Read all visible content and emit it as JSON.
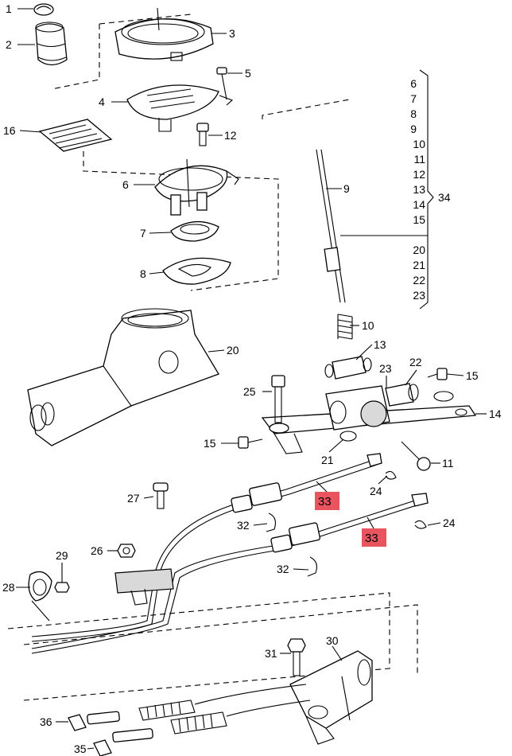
{
  "diagram": {
    "callouts": [
      "1",
      "2",
      "3",
      "4",
      "5",
      "16",
      "12",
      "6",
      "7",
      "8",
      "9",
      "10",
      "13",
      "20",
      "23",
      "22",
      "15",
      "25",
      "14",
      "15",
      "21",
      "11",
      "24",
      "33",
      "27",
      "32",
      "24",
      "33",
      "26",
      "29",
      "28",
      "32",
      "31",
      "30",
      "36",
      "35"
    ],
    "group_list": [
      "6",
      "7",
      "8",
      "9",
      "10",
      "11",
      "12",
      "13",
      "14",
      "15",
      "20",
      "21",
      "22",
      "23"
    ],
    "group_label": "34",
    "highlight_color": "#e8555f"
  }
}
